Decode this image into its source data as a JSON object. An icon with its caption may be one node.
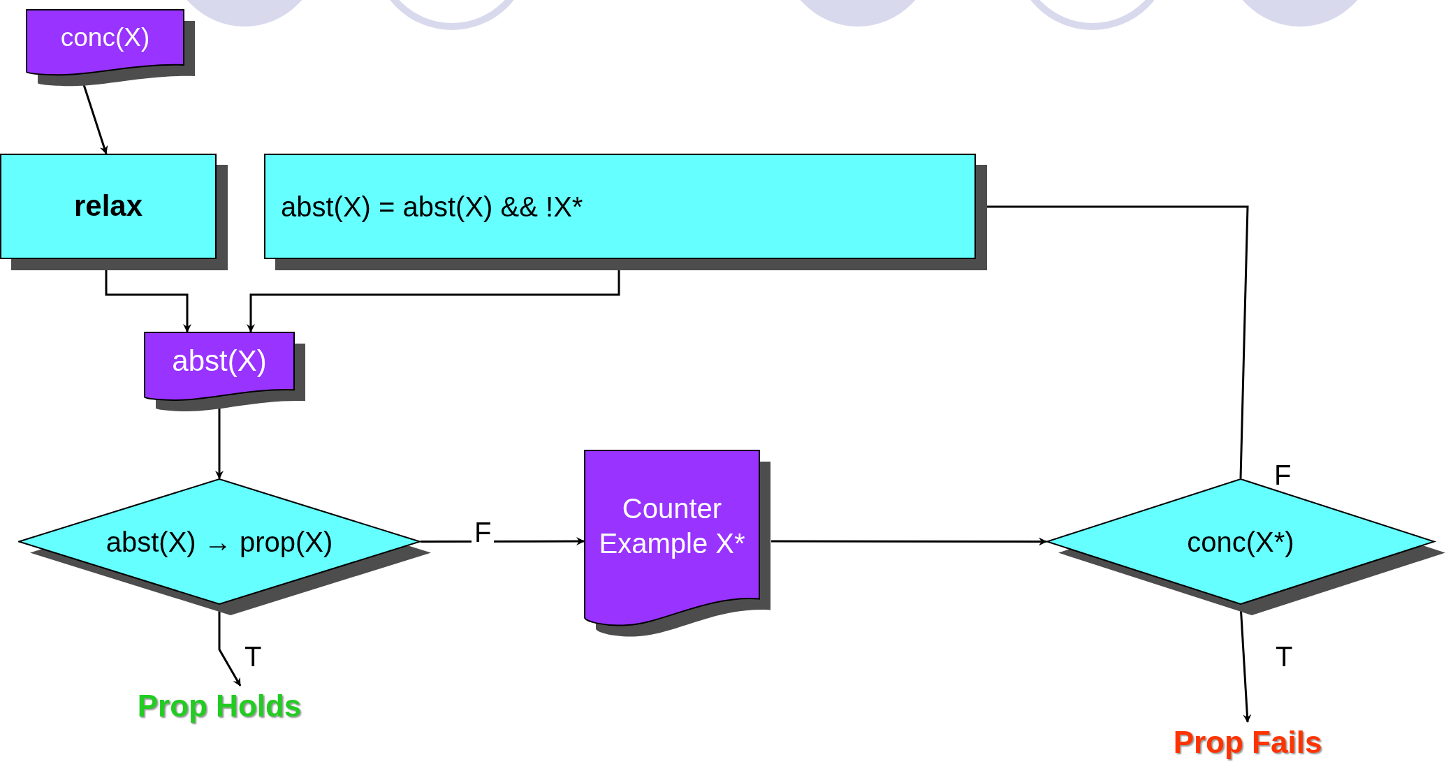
{
  "diagram": {
    "nodes": [
      {
        "text": [
          "conc(X)"
        ]
      },
      {
        "text": [
          "relax"
        ]
      },
      {
        "text": [
          "abst(X) = abst(X) && !X*"
        ]
      },
      {
        "text": [
          "abst(X)"
        ]
      },
      {
        "text": [
          "abst(X) → prop(X)"
        ]
      },
      {
        "text": [
          "Counter Example X*"
        ]
      },
      {
        "text": [
          "conc(X*)"
        ]
      },
      {
        "text": [
          "Prop Holds"
        ]
      },
      {
        "text": [
          "Prop Fails"
        ]
      }
    ],
    "edges": [
      {
        "from": 0,
        "to": 1,
        "arrow": "to"
      },
      {
        "from": 1,
        "to": 3,
        "arrow": "to"
      },
      {
        "from": 2,
        "to": 3,
        "arrow": "to"
      },
      {
        "from": 3,
        "to": 4,
        "arrow": "to"
      },
      {
        "from": 4,
        "to": 5,
        "label": "F",
        "arrow": "to"
      },
      {
        "from": 4,
        "to": 7,
        "label": "T",
        "arrow": "to"
      },
      {
        "from": 5,
        "to": 6,
        "arrow": "to"
      },
      {
        "from": 6,
        "to": 2,
        "label": "F",
        "arrow": "none"
      },
      {
        "from": 6,
        "to": 8,
        "label": "T",
        "arrow": "to"
      }
    ]
  }
}
